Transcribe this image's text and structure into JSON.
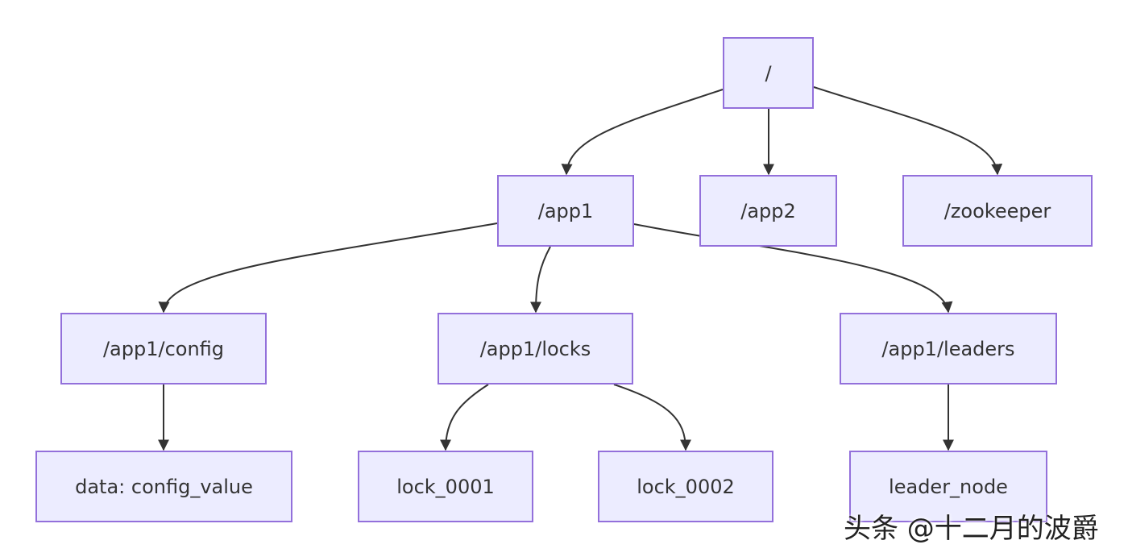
{
  "nodes": {
    "root": "/",
    "app1": "/app1",
    "app2": "/app2",
    "zookeeper": "/zookeeper",
    "app1_config": "/app1/config",
    "app1_locks": "/app1/locks",
    "app1_leaders": "/app1/leaders",
    "config_data": "data: config_value",
    "lock_0001": "lock_0001",
    "lock_0002": "lock_0002",
    "leader_node": "leader_node"
  },
  "edges": [
    {
      "from": "root",
      "to": "app1"
    },
    {
      "from": "root",
      "to": "app2"
    },
    {
      "from": "root",
      "to": "zookeeper"
    },
    {
      "from": "app1",
      "to": "app1_config"
    },
    {
      "from": "app1",
      "to": "app1_locks"
    },
    {
      "from": "app1",
      "to": "app1_leaders"
    },
    {
      "from": "app1_config",
      "to": "config_data"
    },
    {
      "from": "app1_locks",
      "to": "lock_0001"
    },
    {
      "from": "app1_locks",
      "to": "lock_0002"
    },
    {
      "from": "app1_leaders",
      "to": "leader_node"
    }
  ],
  "colors": {
    "node_fill": "#ececff",
    "node_border": "#9370db",
    "edge": "#333333",
    "text": "#333333"
  },
  "watermark": "头条 @十二月的波爵"
}
